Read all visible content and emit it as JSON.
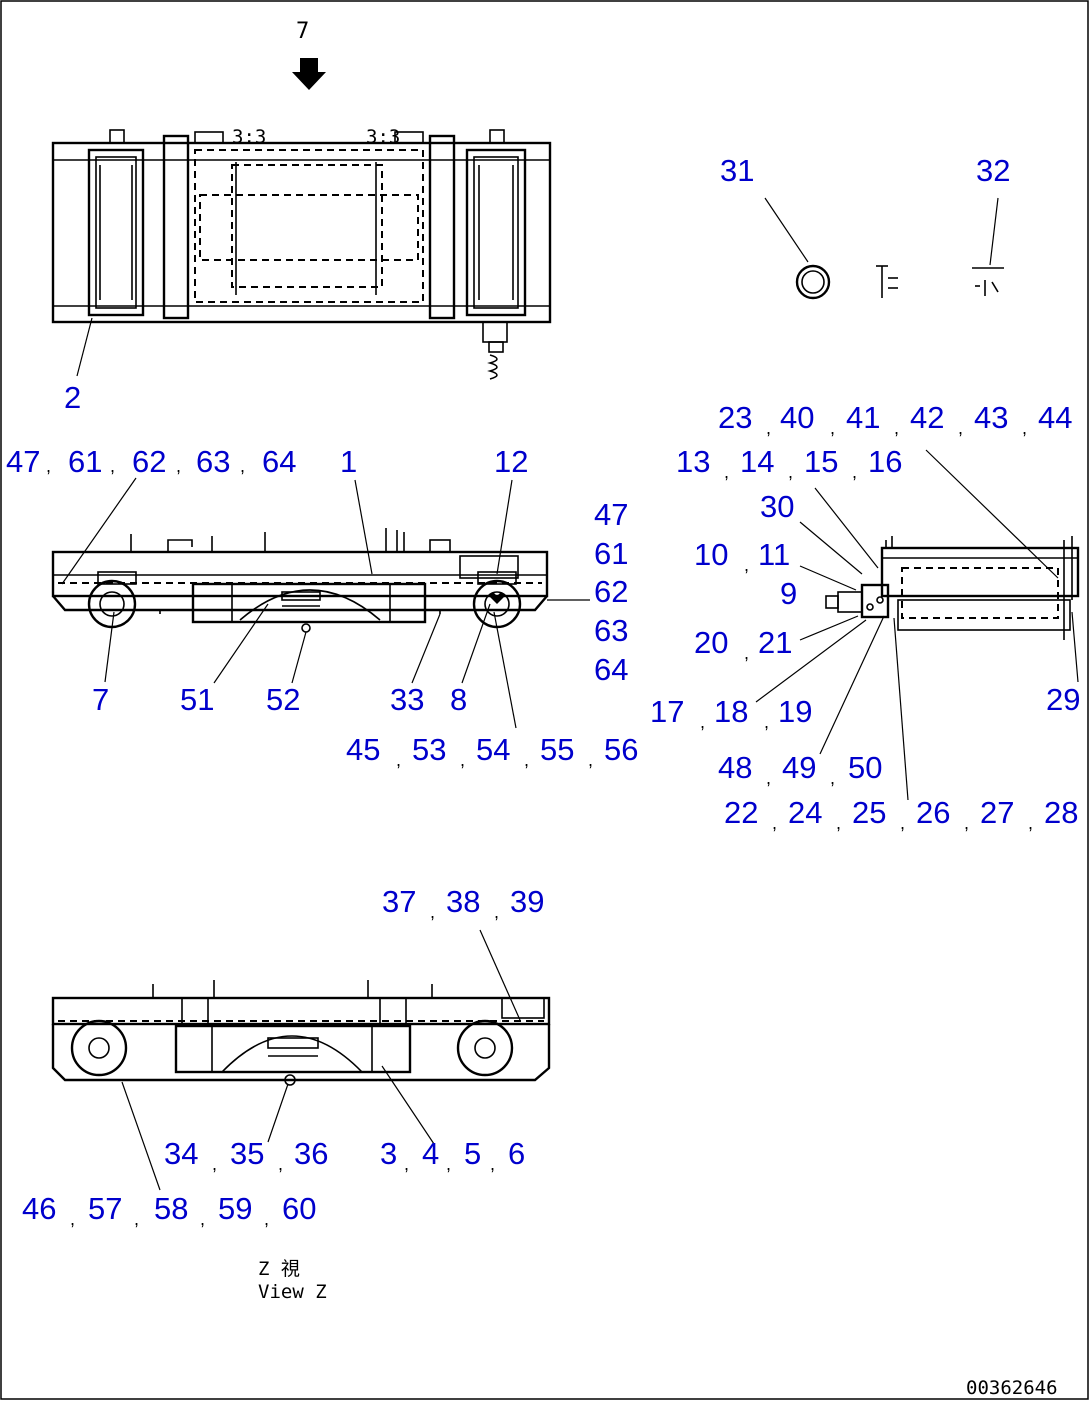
{
  "title_arrow_label": "7",
  "view_caption": {
    "kanji": "Z 視",
    "english": "View Z"
  },
  "figure_code": "00362646",
  "callouts": {
    "top_view": [
      "2"
    ],
    "small_parts": [
      "31",
      "32"
    ],
    "front_view_left_row": [
      "47",
      "61",
      "62",
      "63",
      "64"
    ],
    "front_view_1": "1",
    "front_view_12": "12",
    "front_view_right_column": [
      "47",
      "61",
      "62",
      "63",
      "64"
    ],
    "front_view_bottom": [
      "7",
      "51",
      "52",
      "33",
      "8"
    ],
    "front_view_bottom_row": [
      "45",
      "53",
      "54",
      "55",
      "56"
    ],
    "side_view_top_row1": [
      "23",
      "40",
      "41",
      "42",
      "43",
      "44"
    ],
    "side_view_top_row2": [
      "13",
      "14",
      "15",
      "16"
    ],
    "side_view_30": "30",
    "side_view_10_11": [
      "10",
      "11"
    ],
    "side_view_9": "9",
    "side_view_20_21": [
      "20",
      "21"
    ],
    "side_view_17_19": [
      "17",
      "18",
      "19"
    ],
    "side_view_29": "29",
    "side_view_48_50": [
      "48",
      "49",
      "50"
    ],
    "side_view_22_28": [
      "22",
      "24",
      "25",
      "26",
      "27",
      "28"
    ],
    "view_z_top_row": [
      "37",
      "38",
      "39"
    ],
    "view_z_34_36": [
      "34",
      "35",
      "36"
    ],
    "view_z_3_6": [
      "3",
      "4",
      "5",
      "6"
    ],
    "view_z_bottom_row": [
      "46",
      "57",
      "58",
      "59",
      "60"
    ]
  }
}
